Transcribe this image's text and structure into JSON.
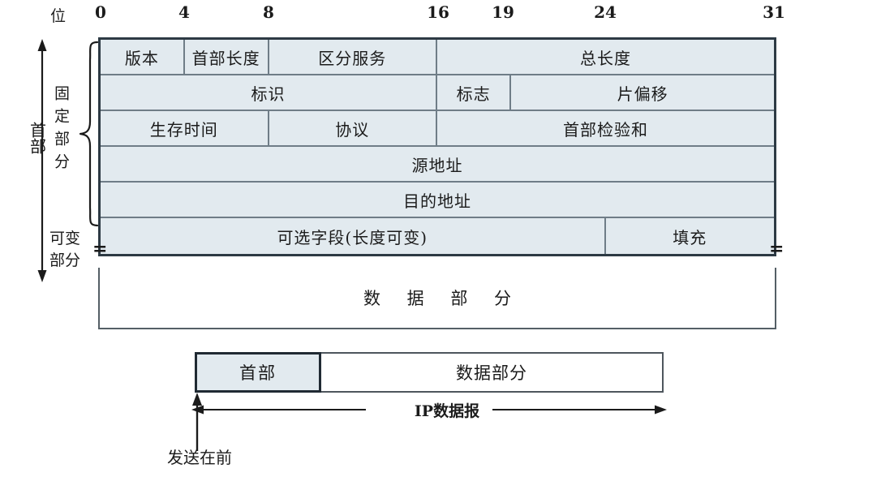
{
  "diagram": {
    "bit_ruler": {
      "unit_label": "位",
      "ticks": [
        {
          "label": "0",
          "bit": 0
        },
        {
          "label": "4",
          "bit": 4
        },
        {
          "label": "8",
          "bit": 8
        },
        {
          "label": "16",
          "bit": 16
        },
        {
          "label": "19",
          "bit": 19
        },
        {
          "label": "24",
          "bit": 24
        },
        {
          "label": "31",
          "bit": 31
        }
      ]
    },
    "side_labels": {
      "header_span": "首部",
      "fixed_part": "固定部分",
      "variable_part_line1": "可变",
      "variable_part_line2": "部分"
    },
    "header_rows": [
      {
        "name": "row-1",
        "cells": [
          {
            "label": "版本",
            "bits": 4
          },
          {
            "label": "首部长度",
            "bits": 4
          },
          {
            "label": "区分服务",
            "bits": 8
          },
          {
            "label": "总长度",
            "bits": 16
          }
        ]
      },
      {
        "name": "row-2",
        "cells": [
          {
            "label": "标识",
            "bits": 16
          },
          {
            "label": "标志",
            "bits": 3
          },
          {
            "label": "片偏移",
            "bits": 13
          }
        ]
      },
      {
        "name": "row-3",
        "cells": [
          {
            "label": "生存时间",
            "bits": 8
          },
          {
            "label": "协议",
            "bits": 8
          },
          {
            "label": "首部检验和",
            "bits": 16
          }
        ]
      },
      {
        "name": "row-4",
        "cells": [
          {
            "label": "源地址",
            "bits": 32
          }
        ]
      },
      {
        "name": "row-5",
        "cells": [
          {
            "label": "目的地址",
            "bits": 32
          }
        ]
      },
      {
        "name": "row-6-variable",
        "cells": [
          {
            "label": "可选字段(长度可变)",
            "bits": 24
          },
          {
            "label": "填充",
            "bits": 8
          }
        ]
      }
    ],
    "data_part": "数 据 部 分",
    "datagram": {
      "header_label": "首部",
      "data_label": "数据部分",
      "measure_label": "IP数据报",
      "first_sent_label": "发送在前"
    },
    "colors": {
      "cell_fill": "#e2eaef",
      "data_fill": "#ffffff",
      "outer_border": "#2d3a44",
      "inner_border": "#6f7d87",
      "text": "#1b1b1b"
    }
  }
}
